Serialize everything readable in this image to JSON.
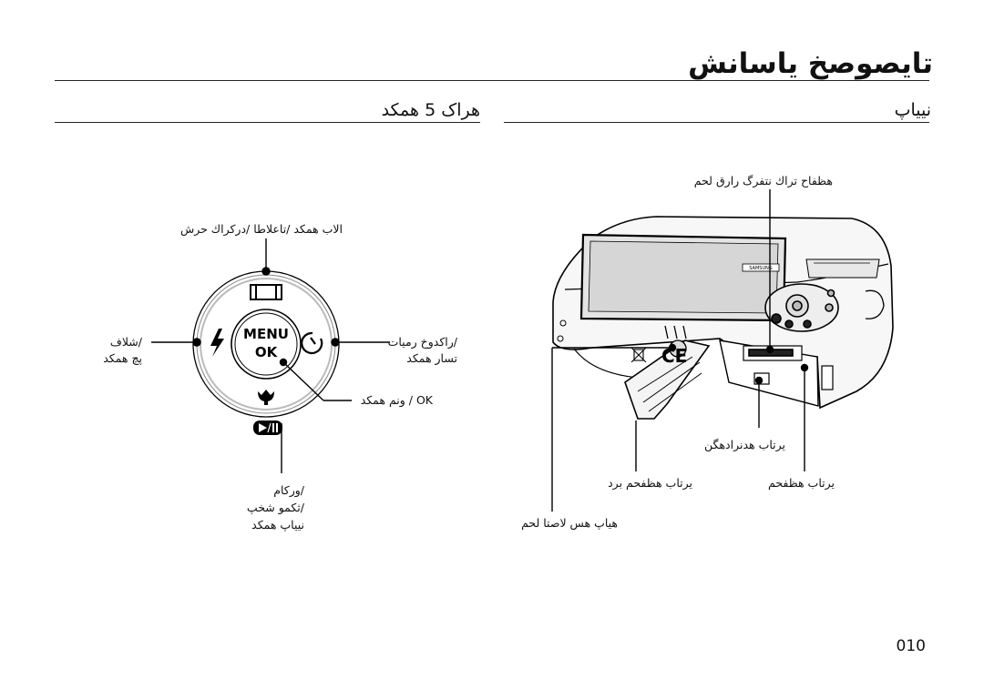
{
  "page": {
    "title": "تایصوصخ یاسانش",
    "page_number": "010"
  },
  "sections": {
    "right_heading": "نییاپ",
    "left_heading": "هراک 5 همکد"
  },
  "dial": {
    "top_label": "الاب همکد /تاعلاطا /دركراك حرش",
    "left_label_line1": "/شلاف",
    "left_label_line2": "پچ همکد",
    "right_label_line1": "/راكدوخ رميات",
    "right_label_line2": "تسار همکد",
    "ok_label": "OK / ونم همکد",
    "bottom_label_line1": "/ورکام",
    "bottom_label_line2": "/ثکمو شخپ",
    "bottom_label_line3": "نییاپ همکد",
    "center_button_top": "MENU",
    "center_button_bottom": "OK"
  },
  "camera": {
    "memory_slot_label": "هظفاح تراك نتفرگ رارق لحم",
    "battery_lock_label": "یرتاب هدنرادهگن",
    "battery_door_label": "یرتاب هظفحم برد",
    "battery_compartment_label": "یرتاب هظفحم",
    "tripod_label": "هیاپ هس لاصتا لحم",
    "brand_text": "SAMSUNG",
    "ce_mark": "CE"
  }
}
